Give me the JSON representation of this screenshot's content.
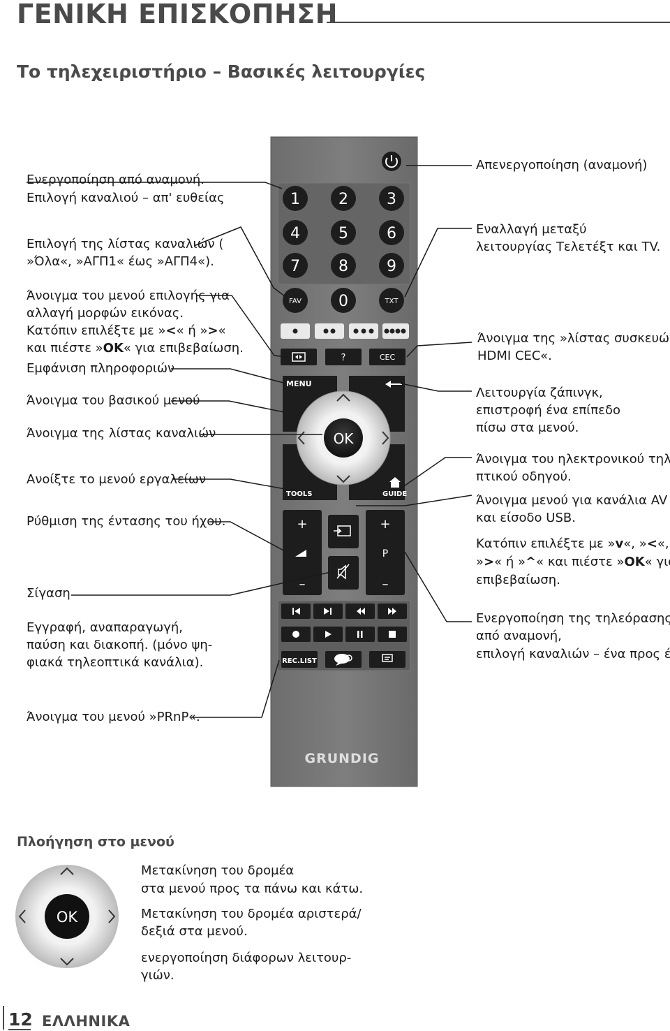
{
  "header": {
    "title": "ΓΕΝΙΚΗ ΕΠΙΣΚΟΠΗΣΗ",
    "subtitle": "Το τηλεχειριστήριο – Βασικές λειτουργίες"
  },
  "left_labels": {
    "power_numbers_1": "Ενεργοποίηση από αναμονή.",
    "power_numbers_2": "Επιλογή καναλιού – απ' ευθείας",
    "fav_1": "Επιλογή της λίστας καναλιών (",
    "fav_2": "»Όλα«, »ΑΓΠ1« έως »ΑΓΠ4«).",
    "format_1": "Άνοιγμα του μενού επιλογής για",
    "format_2": "αλλαγή μορφών εικόνας.",
    "format_3a": "Κατόπιν επιλέξτε με »",
    "format_3b": "« ή »",
    "format_3c": "«",
    "format_4a": "και πιέστε »",
    "format_4b": "OK",
    "format_4c": "« για επιβεβαίωση.",
    "info": "Εμφάνιση πληροφοριών",
    "menu": "Άνοιγμα του βασικού μενού",
    "channel_list": "Άνοιγμα της λίστας καναλιών",
    "tools": "Ανοίξτε το μενού εργαλείων",
    "volume": "Ρύθμιση της έντασης του ήχου.",
    "mute": "Σίγαση",
    "rec_1": "Εγγραφή, αναπαραγωγή,",
    "rec_2": "παύση και διακοπή. (μόνο ψη-",
    "rec_3": "φιακά τηλεοπτικά κανάλια).",
    "prnp": "Άνοιγμα του μενού »PRnP«."
  },
  "right_labels": {
    "standby": "Απενεργοποίηση (αναμονή)",
    "txt_1": "Εναλλαγή μεταξύ",
    "txt_2": "λειτουργίας Τελετέξτ και TV.",
    "cec_1": "Άνοιγμα της »λίστας συσκευών",
    "cec_2": "HDMI CEC«.",
    "back_1": "Λειτουργία ζάπινγκ,",
    "back_2": "επιστροφή ένα επίπεδο",
    "back_3": "πίσω στα μενού.",
    "guide_1": "Άνοιγμα του ηλεκτρονικού τηλεο-",
    "guide_2": "πτικού οδηγού.",
    "av_1": "Άνοιγμα μενού για κανάλια AV",
    "av_2": "και είσοδο USB.",
    "nav_1a": "Κατόπιν επιλέξτε με »",
    "nav_1b": "«, »",
    "nav_1c": "«,",
    "nav_2a": "»",
    "nav_2b": "« ή »",
    "nav_2c": "« και πιέστε »",
    "nav_2d": "OK",
    "nav_2e": "« για",
    "nav_3": "επιβεβαίωση.",
    "pch_1": "Ενεργοποίηση της τηλεόρασης",
    "pch_2": "από αναμονή,",
    "pch_3": "επιλογή καναλιών – ένα προς ένα"
  },
  "remote": {
    "digits": [
      "1",
      "2",
      "3",
      "4",
      "5",
      "6",
      "7",
      "8",
      "9",
      "0"
    ],
    "fav": "FAV",
    "txt": "TXT",
    "info": "?",
    "cec": "CEC",
    "menu": "MENU",
    "ok": "OK",
    "tools": "TOOLS",
    "guide": "GUIDE",
    "vol_plus": "+",
    "vol_minus": "–",
    "ch_plus": "+",
    "ch_p": "P",
    "ch_minus": "–",
    "reclist": "REC.LIST",
    "brand": "GRUNDIG"
  },
  "navigation": {
    "title": "Πλοήγηση στο μενού",
    "ok": "OK",
    "up_down_1": "Μετακίνηση του δρομέα",
    "up_down_2": "στα μενού προς τα πάνω και κάτω.",
    "left_right_1": "Μετακίνηση του δρομέα αριστερά/",
    "left_right_2": "δεξιά στα μενού.",
    "ok_1": "ενεργοποίηση διάφορων λειτουρ-",
    "ok_2": "γιών."
  },
  "footer": {
    "page_number": "12",
    "language": "ΕΛΛΗΝΙΚΑ"
  }
}
